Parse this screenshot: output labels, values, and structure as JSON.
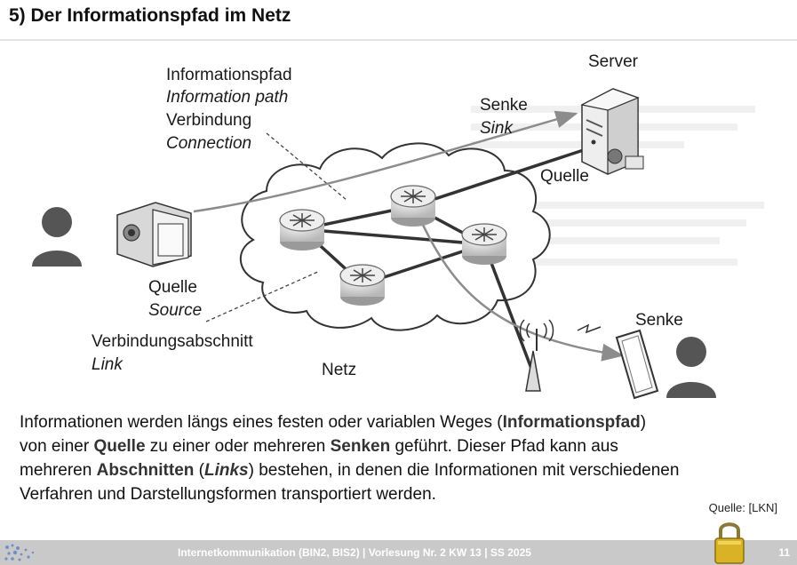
{
  "slide": {
    "title": "5) Der Informationspfad im Netz"
  },
  "diagram": {
    "labels": {
      "path_de": "Informationspfad",
      "path_en": "Information path",
      "connection_de": "Verbindung",
      "connection_en": "Connection",
      "server": "Server",
      "sink_de": "Senke",
      "sink_en": "Sink",
      "server_source": "Quelle",
      "source_de": "Quelle",
      "source_en": "Source",
      "link_de": "Verbindungsabschnitt",
      "link_en": "Link",
      "network": "Netz",
      "receiver_sink": "Senke"
    },
    "icons": [
      "person-icon",
      "camera-icon",
      "router-icon",
      "server-icon",
      "antenna-icon",
      "tablet-icon",
      "cloud-shape"
    ],
    "colors": {
      "path_line": "#8c8c8c",
      "links": "#333333",
      "router_fill": "#e2e2e2",
      "person": "#555555"
    }
  },
  "caption": {
    "p1": "Informationen werden längs eines festen oder variablen Weges (",
    "b1": "Informationspfad",
    "p2": ")\nvon einer ",
    "b2": "Quelle",
    "p3": " zu einer oder mehreren ",
    "b3": "Senken",
    "p4": " geführt. Dieser Pfad kann aus\nmehreren ",
    "b4": "Abschnitten",
    "p5": " (",
    "i1": "Links",
    "p6": ") bestehen, in denen die Informationen mit verschiedenen\nVerfahren und Darstellungsformen transportiert werden."
  },
  "source_credit": "Quelle: [LKN]",
  "footer": {
    "text": "Internetkommunikation (BIN2, BIS2) | Vorlesung Nr. 2 KW 13 | SS 2025",
    "page_number": "11"
  }
}
